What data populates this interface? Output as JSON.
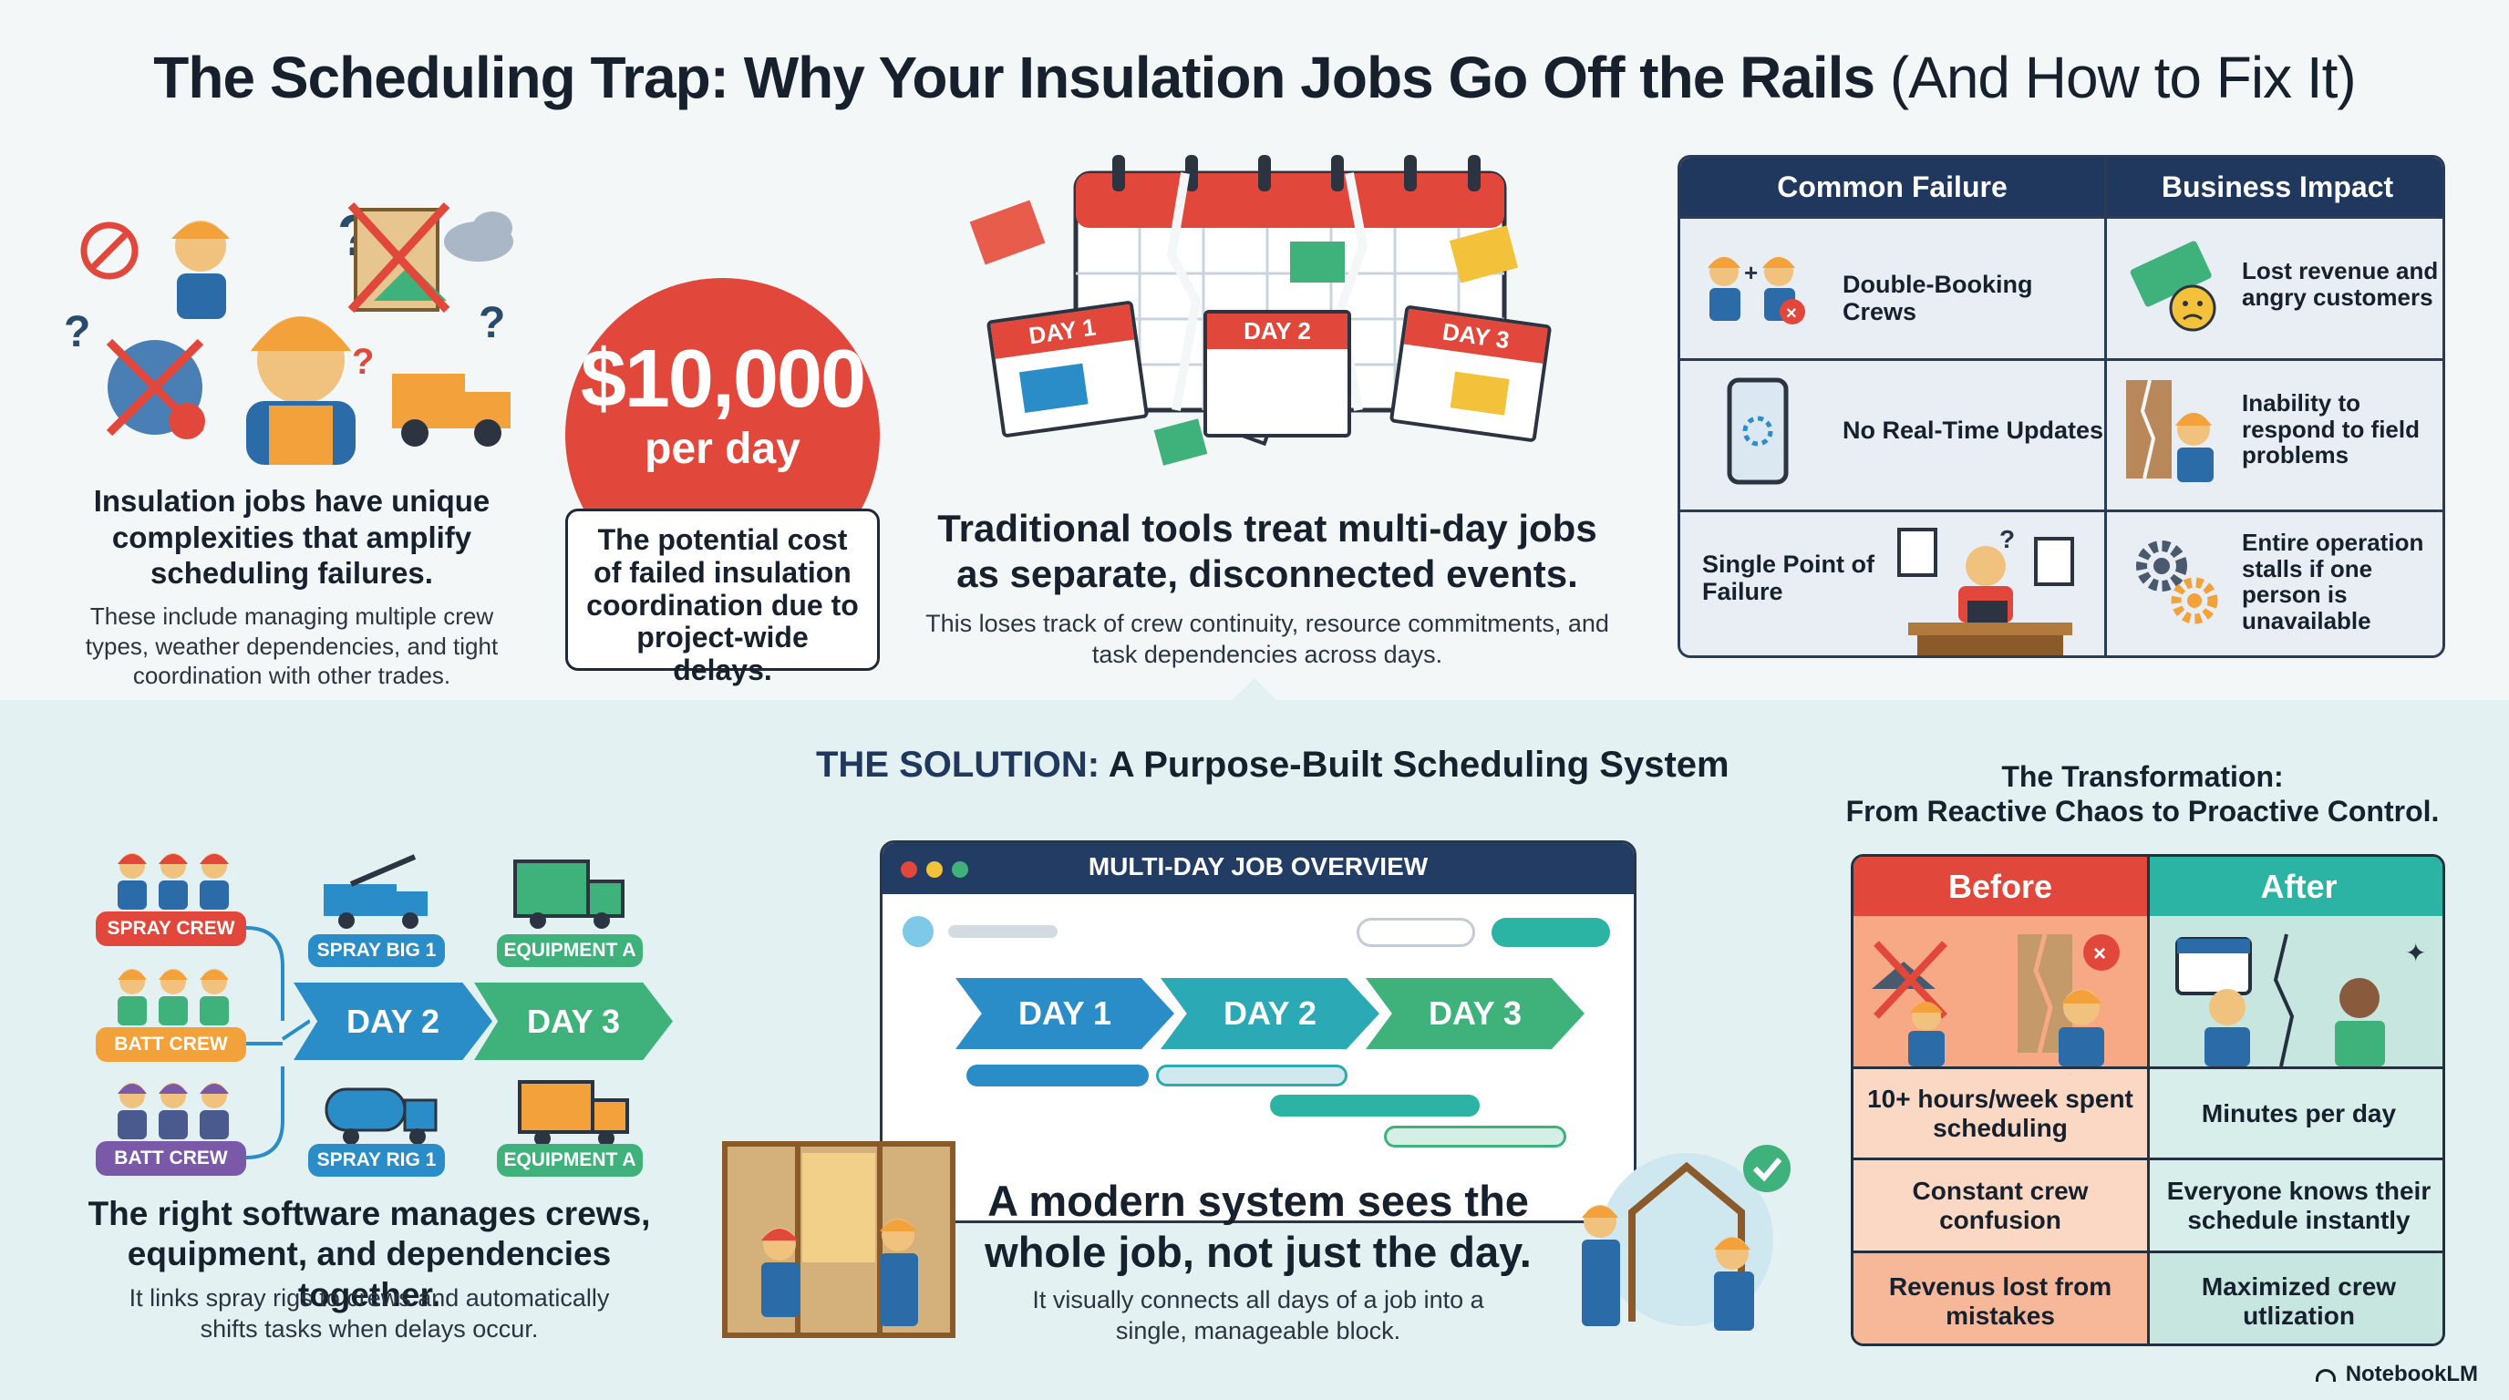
{
  "header": {
    "title_bold": "The Scheduling Trap: Why Your Insulation Jobs Go Off the Rails",
    "title_light": "(And How to Fix It)"
  },
  "complexity": {
    "heading": "Insulation jobs have unique complexities that amplify scheduling failures.",
    "body": "These include managing multiple crew types, weather dependencies, and tight coordination with other trades."
  },
  "cost": {
    "amount": "$10,000",
    "unit": "per day",
    "caption": "The potential cost of failed insulation coordination due to project-wide delays."
  },
  "traditional": {
    "calendar_days": [
      "DAY 1",
      "DAY 2",
      "DAY 3"
    ],
    "heading": "Traditional tools treat multi-day jobs as separate, disconnected events.",
    "body": "This loses track of crew continuity, resource commitments, and task dependencies across days."
  },
  "failure_table": {
    "col1": "Common Failure",
    "col2": "Business Impact",
    "rows": [
      {
        "failure": "Double-Booking Crews",
        "impact": "Lost revenue and angry customers"
      },
      {
        "failure": "No Real-Time Updates",
        "impact": "Inability to respond to field problems"
      },
      {
        "failure": "Single Point of Failure",
        "impact": "Entire operation stalls if one person is unavailable"
      }
    ]
  },
  "solution": {
    "heading_accent": "THE SOLUTION:",
    "heading_rest": "A Purpose-Built Scheduling System"
  },
  "software": {
    "crews": [
      "SPRAY CREW",
      "BATT CREW",
      "BATT CREW"
    ],
    "chevrons": [
      "DAY 2",
      "DAY 3"
    ],
    "assets_top": [
      "SPRAY BIG 1",
      "EQUIPMENT A"
    ],
    "assets_bottom": [
      "SPRAY RIG 1",
      "EQUIPMENT A"
    ],
    "heading": "The right software manages crews, equipment, and dependencies together.",
    "body": "It links spray rigs to crews and automatically shifts tasks when delays occur."
  },
  "modern": {
    "window_title": "MULTI-DAY JOB OVERVIEW",
    "chevrons": [
      "DAY 1",
      "DAY 2",
      "DAY 3"
    ],
    "heading": "A modern system sees the whole job, not just the day.",
    "body": "It visually connects all days of a job into a single, manageable block."
  },
  "transformation": {
    "title_line1": "The Transformation:",
    "title_line2": "From Reactive Chaos to Proactive Control.",
    "before": "Before",
    "after": "After",
    "rows": [
      {
        "before": "10+ hours/week spent scheduling",
        "after": "Minutes per day"
      },
      {
        "before": "Constant crew confusion",
        "after": "Everyone knows their schedule instantly"
      },
      {
        "before": "Revenus lost from mistakes",
        "after": "Maximized crew utlization"
      }
    ]
  },
  "credit": "NotebookLM",
  "colors": {
    "red": "#e1473a",
    "navy": "#20385e",
    "blue": "#2a8dc8",
    "teal": "#2bb3a4",
    "green": "#3fb27c",
    "orange": "#f3a13a",
    "before_bg": "#f7c4a8",
    "after_bg": "#cde8e4"
  }
}
